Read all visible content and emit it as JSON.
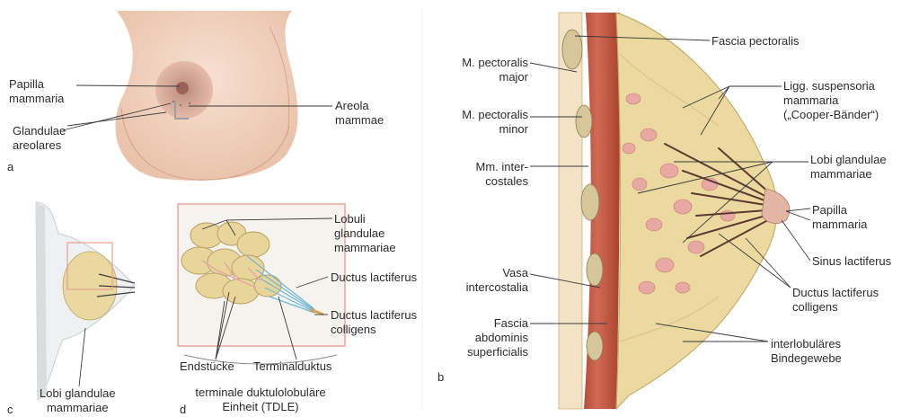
{
  "panels": {
    "a": {
      "letter": "a",
      "labels": {
        "papilla": [
          "Papilla",
          "mammaria"
        ],
        "glandulae": [
          "Glandulae",
          "areolares"
        ],
        "areola": [
          "Areola",
          "mammae"
        ]
      }
    },
    "b": {
      "letter": "b",
      "labels": {
        "fascia_pectoralis": [
          "Fascia pectoralis"
        ],
        "pect_major": [
          "M. pectoralis",
          "major"
        ],
        "pect_minor": [
          "M. pectoralis",
          "minor"
        ],
        "intercostales": [
          "Mm. inter-",
          "costales"
        ],
        "vasa": [
          "Vasa",
          "intercostalia"
        ],
        "fascia_abd": [
          "Fascia",
          "abdominis",
          "superficialis"
        ],
        "ligg": [
          "Ligg. suspensoria",
          "mammaria",
          "(„Cooper-Bänder“)"
        ],
        "lobi": [
          "Lobi glandulae",
          "mammariae"
        ],
        "papilla": [
          "Papilla",
          "mammaria"
        ],
        "sinus": [
          "Sinus lactiferus"
        ],
        "ductus": [
          "Ductus lactiferus",
          "colligens"
        ],
        "interlob": [
          "interlobuläres",
          "Bindegewebe"
        ]
      }
    },
    "c": {
      "letter": "c",
      "labels": {
        "lobi": [
          "Lobi glandulae",
          "mammariae"
        ]
      }
    },
    "d": {
      "letter": "d",
      "labels": {
        "lobuli": [
          "Lobuli",
          "glandulae",
          "mammariae"
        ],
        "ductus": [
          "Ductus lactiferus"
        ],
        "ductus_coll": [
          "Ductus lactiferus",
          "colligens"
        ],
        "endstuecke": [
          "Endstücke"
        ],
        "terminal": [
          "Terminalduktus"
        ],
        "tdle": [
          "terminale duktulolobuläre",
          "Einheit (TDLE)"
        ]
      }
    }
  },
  "colors": {
    "skin": "#f2d3bf",
    "muscle": "#c0503c",
    "fat": "#ecd9a0",
    "gland": "#e8a9a3",
    "duct": "#5b3a32",
    "frame": "#e5a094",
    "tdle_duct": "#6fb6d8"
  }
}
